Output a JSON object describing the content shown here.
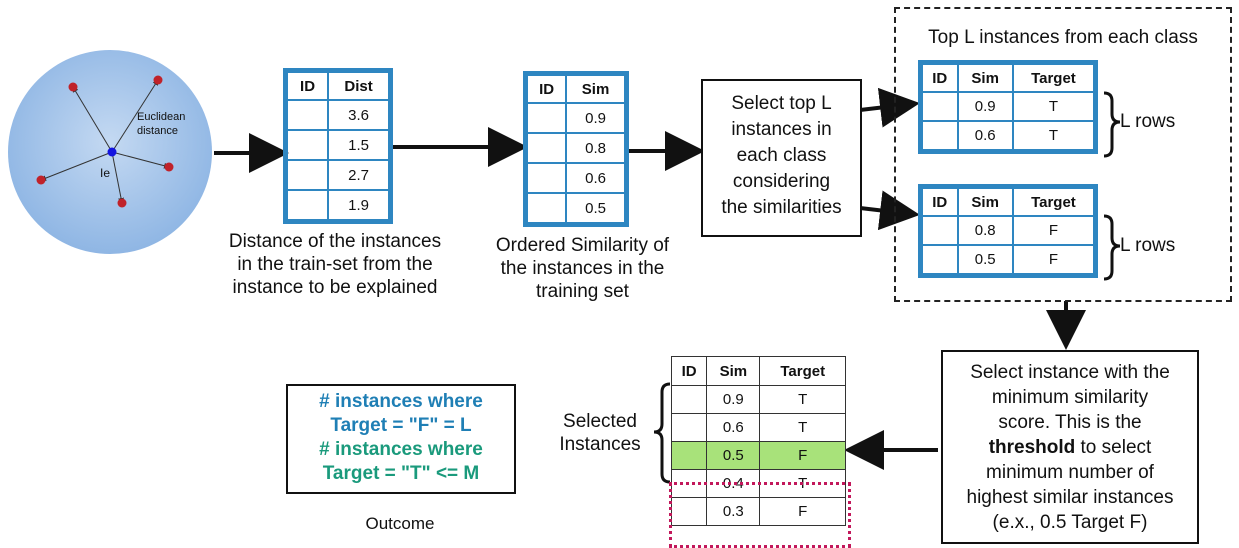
{
  "circle": {
    "center_label": "Ie",
    "distance_label": "Euclidean\ndistance"
  },
  "dist_table": {
    "headers": [
      "ID",
      "Dist"
    ],
    "rows": [
      [
        "",
        "3.6"
      ],
      [
        "",
        "1.5"
      ],
      [
        "",
        "2.7"
      ],
      [
        "",
        "1.9"
      ]
    ]
  },
  "dist_caption": "Distance of the instances\nin the train-set from the\ninstance to be explained",
  "sim_table": {
    "headers": [
      "ID",
      "Sim"
    ],
    "rows": [
      [
        "",
        "0.9"
      ],
      [
        "",
        "0.8"
      ],
      [
        "",
        "0.6"
      ],
      [
        "",
        "0.5"
      ]
    ]
  },
  "sim_caption": "Ordered Similarity of\nthe instances in the\ntraining set",
  "select_box": "Select top L\ninstances in\neach class\nconsidering\nthe similarities",
  "topl": {
    "title": "Top L instances from each class",
    "table1": {
      "headers": [
        "ID",
        "Sim",
        "Target"
      ],
      "rows": [
        [
          "",
          "0.9",
          "T"
        ],
        [
          "",
          "0.6",
          "T"
        ]
      ]
    },
    "table2": {
      "headers": [
        "ID",
        "Sim",
        "Target"
      ],
      "rows": [
        [
          "",
          "0.8",
          "F"
        ],
        [
          "",
          "0.5",
          "F"
        ]
      ]
    },
    "brace1_label": "L rows",
    "brace2_label": "L rows"
  },
  "threshold_box": {
    "before": "Select instance with the\nminimum similarity\nscore. This is the",
    "bold": "threshold",
    "after_inline": " to select",
    "rest": "minimum number of\nhighest similar instances\n(e.x., 0.5 Target F)"
  },
  "selected_table": {
    "headers": [
      "ID",
      "Sim",
      "Target"
    ],
    "rows": [
      [
        "",
        "0.9",
        "T"
      ],
      [
        "",
        "0.6",
        "T"
      ],
      [
        "",
        "0.5",
        "F"
      ],
      [
        "",
        "0.4",
        "T"
      ],
      [
        "",
        "0.3",
        "F"
      ]
    ]
  },
  "selected_label": "Selected\nInstances",
  "outcome": {
    "line1": "# instances where",
    "line2": "Target = \"F\" = L",
    "line3": "# instances where",
    "line4": "Target = \"T\" <= M",
    "caption": "Outcome"
  },
  "colors": {
    "table_blue": "#2e86c1",
    "highlight_green": "#a8e27a",
    "dotted_red": "#c2185b",
    "outcome_blue": "#1f7fb5",
    "outcome_green": "#1a9a7c",
    "circle_fill": "#9fc1ea"
  },
  "icons": [
    "arrow-right-icon",
    "arrow-down-icon",
    "arrow-left-icon",
    "curly-brace-icon"
  ]
}
